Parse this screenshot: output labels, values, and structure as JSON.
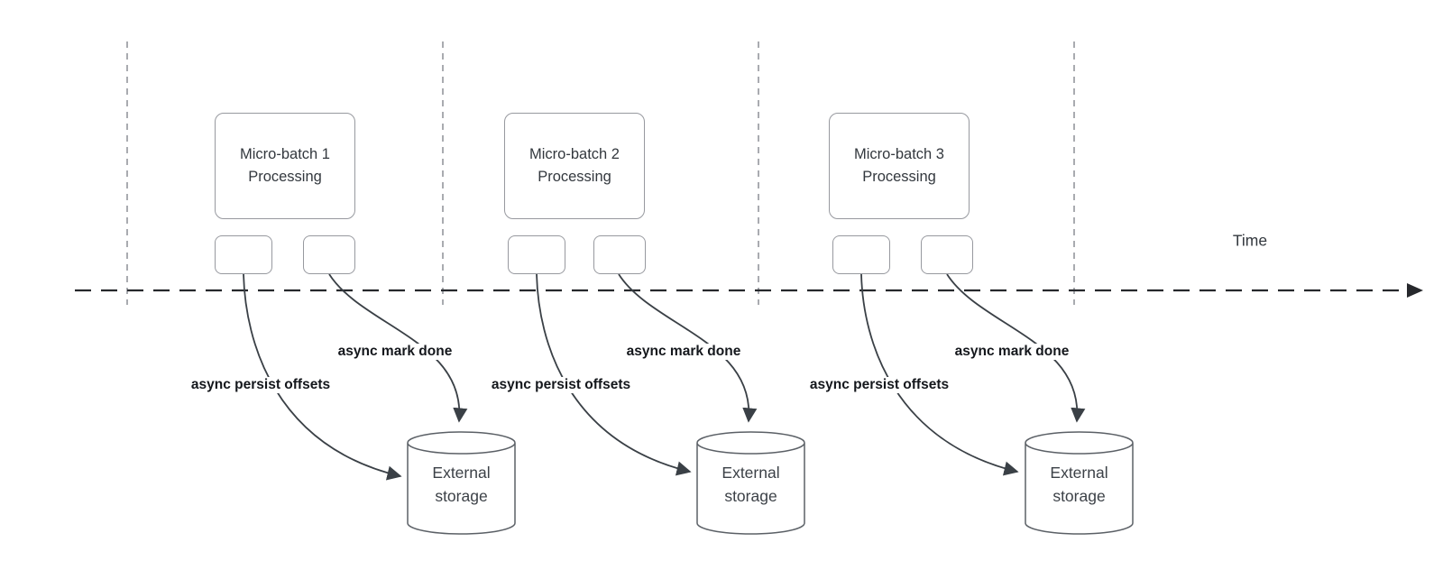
{
  "timeline": {
    "label": "Time"
  },
  "groups": [
    {
      "title_line1": "Micro-batch 1",
      "title_line2": "Processing",
      "persist_label": "async persist offsets",
      "mark_label": "async mark done",
      "storage_line1": "External",
      "storage_line2": "storage"
    },
    {
      "title_line1": "Micro-batch 2",
      "title_line2": "Processing",
      "persist_label": "async persist offsets",
      "mark_label": "async mark done",
      "storage_line1": "External",
      "storage_line2": "storage"
    },
    {
      "title_line1": "Micro-batch 3",
      "title_line2": "Processing",
      "persist_label": "async persist offsets",
      "mark_label": "async mark done",
      "storage_line1": "External",
      "storage_line2": "storage"
    }
  ],
  "colors": {
    "axis": "#26282c",
    "curve": "#3a4046",
    "gridline": "#a9abb0",
    "box_border": "#97999f",
    "cylinder_border": "#5b6066",
    "edge_label_text": "#14171c",
    "node_text": "#33383e"
  }
}
